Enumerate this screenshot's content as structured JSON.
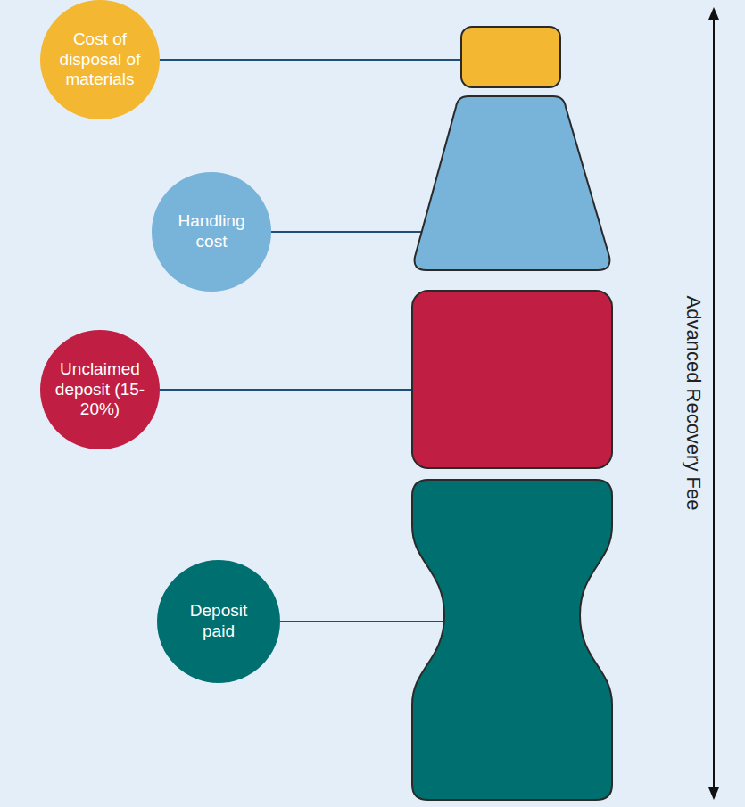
{
  "diagram": {
    "nodes": [
      {
        "text": [
          "Cost of disposal of materials"
        ]
      },
      {
        "text": [
          "Handling cost"
        ]
      },
      {
        "text": [
          "Unclaimed deposit (15-20%)"
        ]
      },
      {
        "text": [
          "Deposit paid"
        ]
      }
    ],
    "labels": [
      "Advanced Recovery Fee"
    ]
  }
}
